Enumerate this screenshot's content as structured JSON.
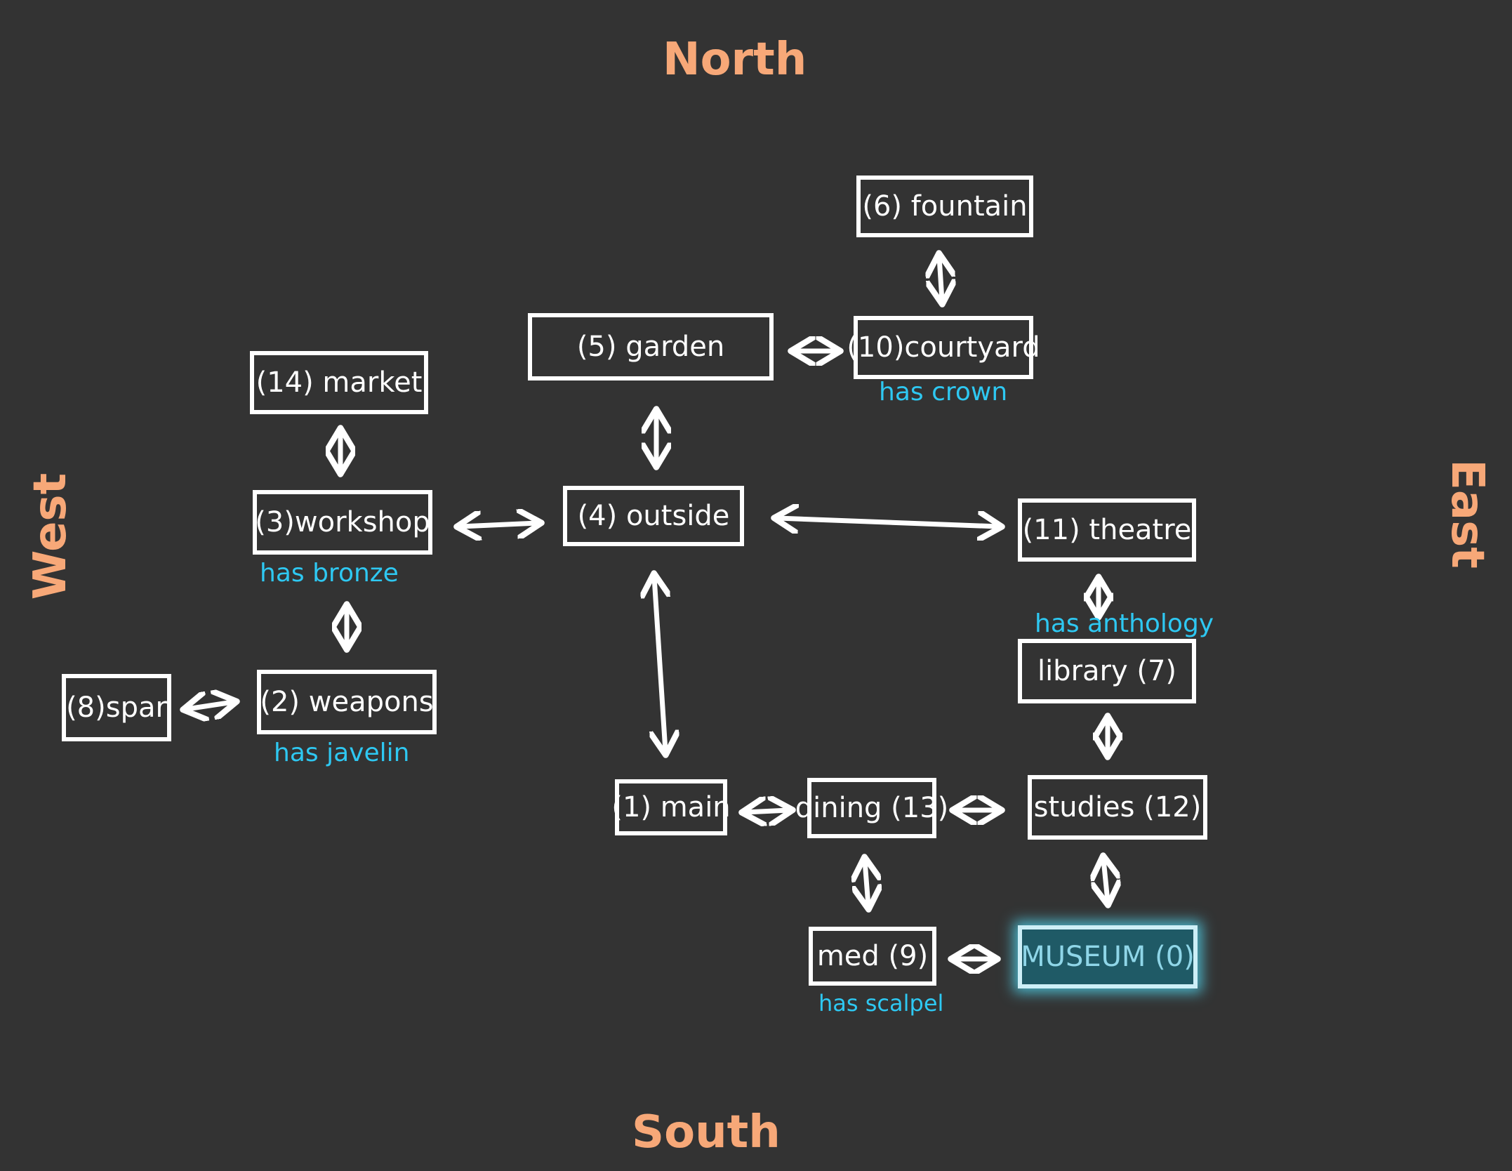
{
  "compass": {
    "north": "North",
    "south": "South",
    "east": "East",
    "west": "West"
  },
  "rooms": {
    "fountain": "(6) fountain",
    "garden": "(5) garden",
    "courtyard": "(10)courtyard",
    "market": "(14) market",
    "workshop": "(3)workshop",
    "outside": "(4) outside",
    "theatre": "(11) theatre",
    "library": "library (7)",
    "spar": "(8)spar",
    "weapons": "(2) weapons",
    "main": "(1) main",
    "dining": "dining (13)",
    "studies": "studies (12)",
    "med": "med (9)",
    "museum": "MUSEUM (0)"
  },
  "notes": {
    "courtyard": "has crown",
    "workshop": "has bronze",
    "weapons": "has javelin",
    "library": "has anthology",
    "med": "has scalpel"
  },
  "colors": {
    "background": "#333333",
    "compass": "#f7a878",
    "note": "#2ec8f2",
    "box": "#ffffff",
    "museum_fill": "#1f5a66"
  }
}
